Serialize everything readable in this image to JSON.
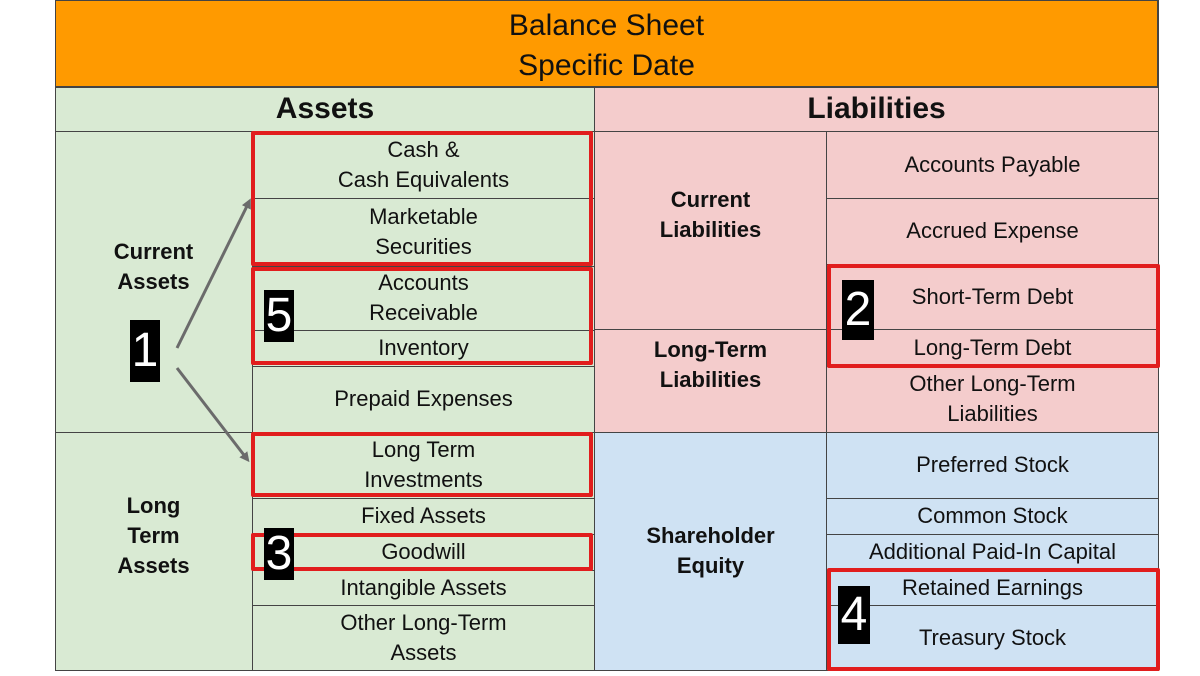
{
  "header": {
    "title": "Balance Sheet",
    "subtitle": "Specific Date"
  },
  "assets": {
    "heading": "Assets",
    "current_group": "Current\nAssets",
    "long_term_group": "Long\nTerm\nAssets",
    "items": {
      "cash": "Cash &\nCash Equivalents",
      "marketable": "Marketable\nSecurities",
      "receivable": "Accounts\nReceivable",
      "inventory": "Inventory",
      "prepaid": "Prepaid Expenses",
      "lt_investments": "Long Term\nInvestments",
      "fixed": "Fixed Assets",
      "goodwill": "Goodwill",
      "intangible": "Intangible Assets",
      "other_lt": "Other Long-Term\nAssets"
    }
  },
  "liabilities": {
    "heading": "Liabilities",
    "current_group": "Current\nLiabilities",
    "long_term_group": "Long-Term\nLiabilities",
    "equity_group": "Shareholder\nEquity",
    "items": {
      "ap": "Accounts Payable",
      "accrued": "Accrued Expense",
      "st_debt": "Short-Term Debt",
      "lt_debt": "Long-Term Debt",
      "other_lt": "Other Long-Term\nLiabilities",
      "preferred": "Preferred Stock",
      "common": "Common Stock",
      "apic": "Additional Paid-In Capital",
      "retained": "Retained Earnings",
      "treasury": "Treasury Stock"
    }
  },
  "badges": {
    "b1": "1",
    "b2": "2",
    "b3": "3",
    "b4": "4",
    "b5": "5"
  },
  "colors": {
    "header_bg": "#ff9a00",
    "assets_bg": "#d9ead3",
    "liabilities_bg": "#f4cccc",
    "equity_bg": "#cfe2f3",
    "highlight": "#e11d1d",
    "arrow": "#6b6b6b"
  }
}
